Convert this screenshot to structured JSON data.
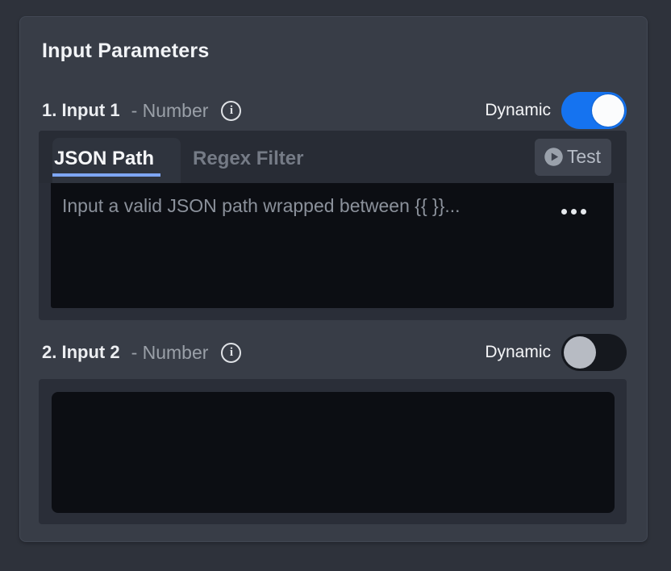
{
  "panel": {
    "title": "Input Parameters"
  },
  "icons": {
    "info_glyph": "i",
    "play_icon": "play-circle-icon",
    "ellipsis_icon": "ellipsis-icon"
  },
  "colors": {
    "toggle_on_blue": "#1573f0",
    "tab_underline_blue": "#7ea6f4",
    "panel_bg": "#383d47",
    "group_bg": "#2a2e38",
    "editor_bg": "#0c0e13"
  },
  "inputs": [
    {
      "label": "1. Input 1",
      "type_text": "- Number",
      "dynamic_label": "Dynamic",
      "dynamic_on": true,
      "tabs": [
        {
          "label": "JSON Path",
          "active": true
        },
        {
          "label": "Regex Filter",
          "active": false
        }
      ],
      "test_button": {
        "label": "Test"
      },
      "editor": {
        "value": "",
        "placeholder": "Input a valid JSON path wrapped between {{ }}..."
      }
    },
    {
      "label": "2. Input 2",
      "type_text": "- Number",
      "dynamic_label": "Dynamic",
      "dynamic_on": false,
      "editor": {
        "value": ""
      }
    }
  ]
}
